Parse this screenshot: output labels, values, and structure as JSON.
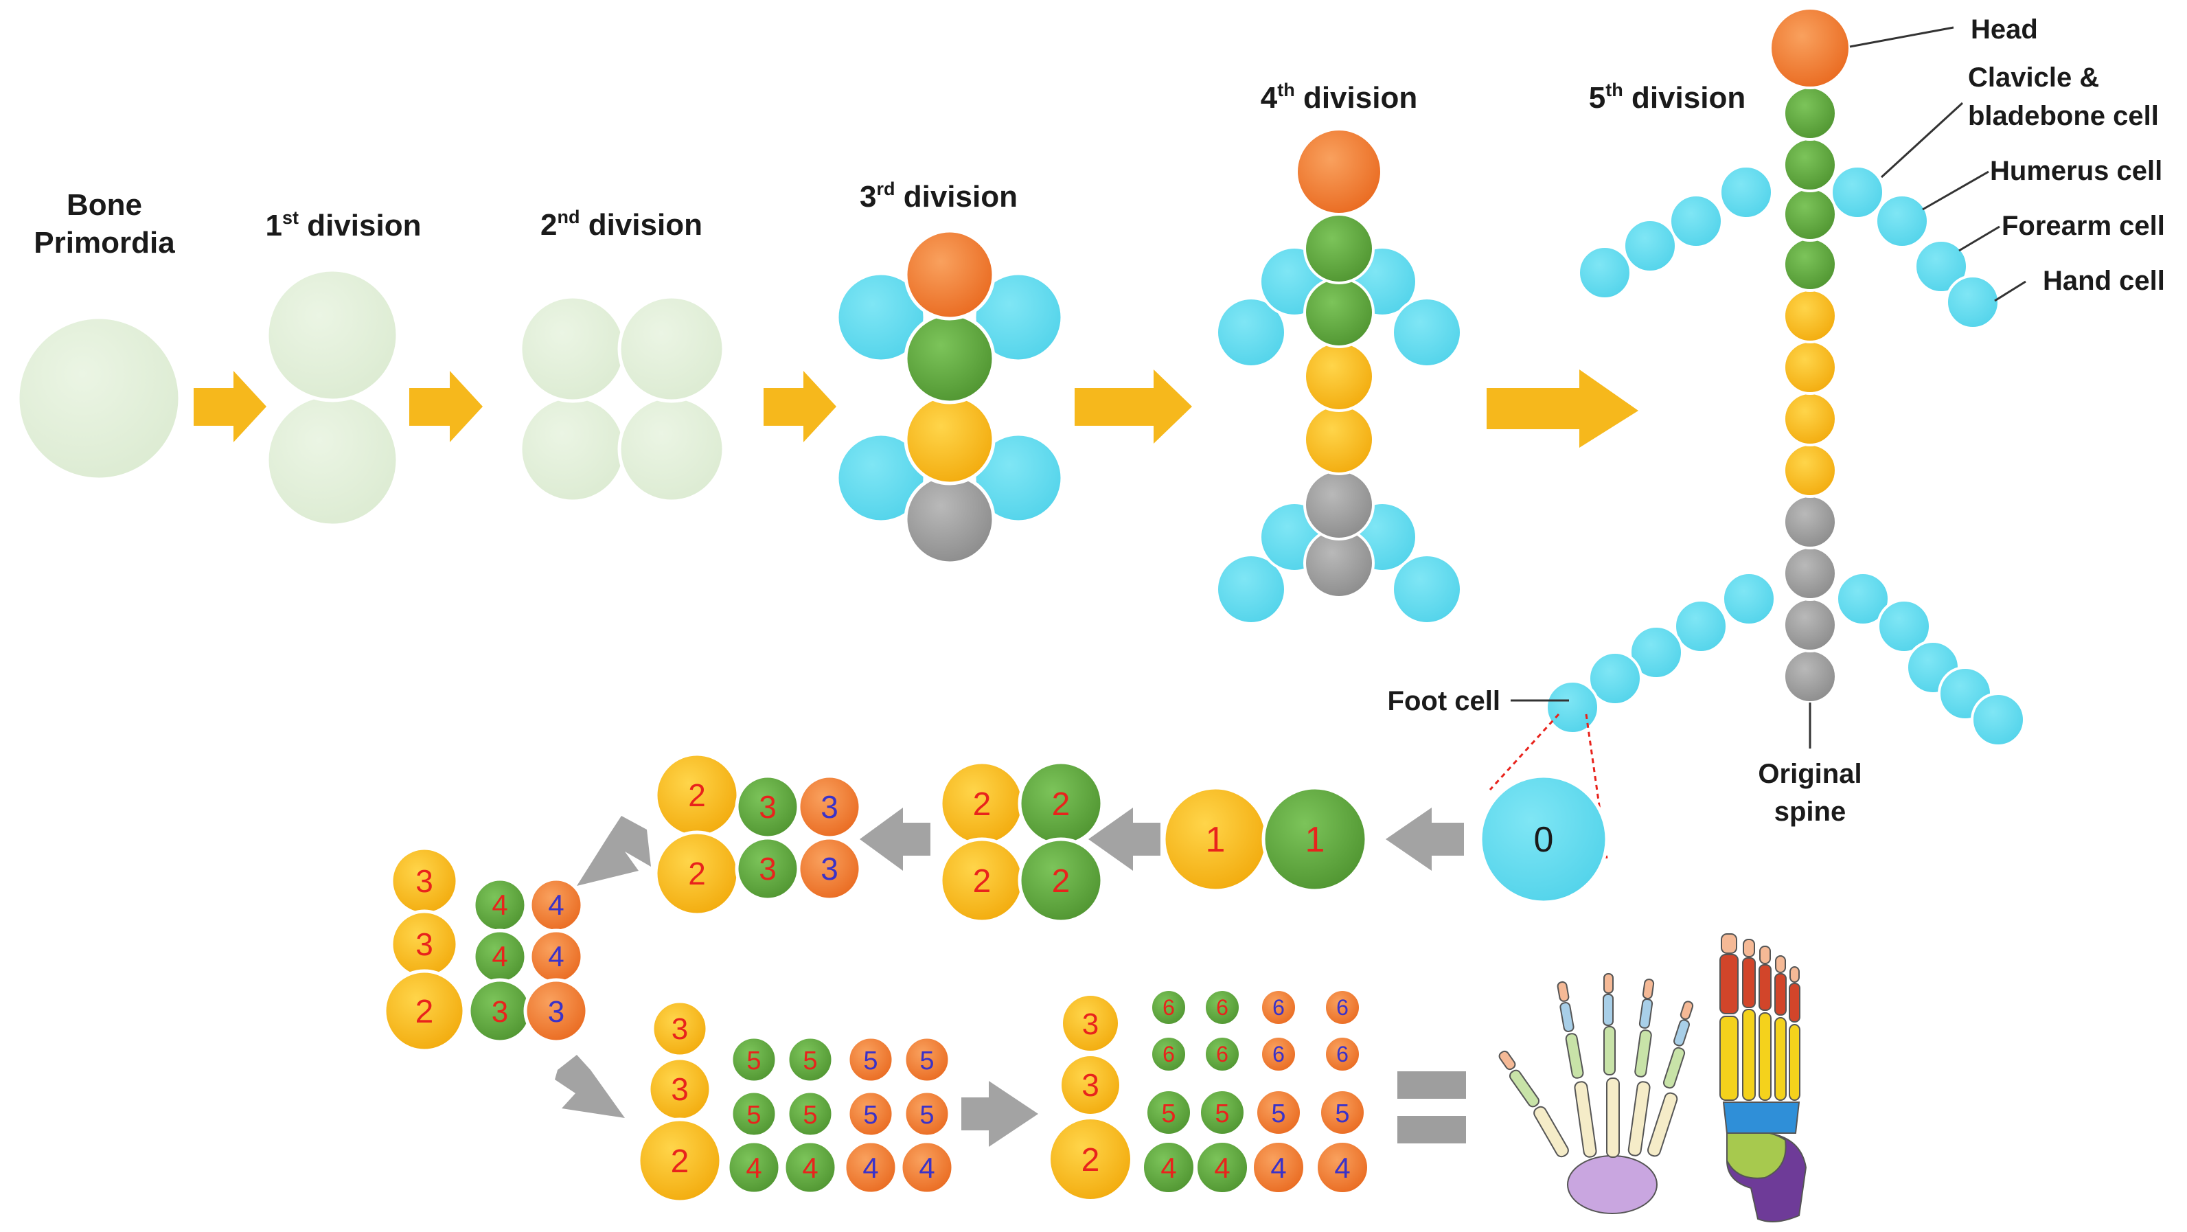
{
  "stages": {
    "bone_primordia_line1": "Bone",
    "bone_primordia_line2": "Primordia",
    "first_num": "1",
    "first_sup": "st",
    "first_word": " division",
    "second_num": "2",
    "second_sup": "nd",
    "second_word": " division",
    "third_num": "3",
    "third_sup": "rd",
    "third_word": " division",
    "fourth_num": "4",
    "fourth_sup": "th",
    "fourth_word": " division",
    "fifth_num": "5",
    "fifth_sup": "th",
    "fifth_word": " division"
  },
  "callouts": {
    "head": "Head",
    "clavicle_line1": "Clavicle &",
    "clavicle_line2": "bladebone cell",
    "humerus": "Humerus cell",
    "forearm": "Forearm cell",
    "hand": "Hand cell",
    "foot": "Foot cell",
    "spine_line1": "Original",
    "spine_line2": "spine"
  },
  "colors": {
    "primordia": "#e3f0da",
    "head": "#f07a2e",
    "green": "#5fa83a",
    "yellow": "#f7bd1a",
    "gray": "#9a9a9a",
    "cyan": "#63dcef",
    "arrow_yellow": "#f6b81c",
    "arrow_gray": "#a0a0a0",
    "num_red": "#e8231c",
    "num_blue": "#3a32c8"
  },
  "division_numbers": {
    "foot_cell": "0",
    "step1": [
      "1",
      "1"
    ],
    "step2": [
      "2",
      "2",
      "2",
      "2"
    ],
    "step3": [
      "2",
      "3",
      "3",
      "2",
      "3",
      "3"
    ],
    "step4": [
      "3",
      "4",
      "4",
      "3",
      "4",
      "4",
      "2",
      "3",
      "3"
    ],
    "step5": [
      "3",
      "5",
      "5",
      "5",
      "5",
      "3",
      "5",
      "5",
      "5",
      "5",
      "2",
      "4",
      "4",
      "4",
      "4"
    ],
    "step6": [
      "3",
      "6",
      "6",
      "6",
      "6",
      "6",
      "6",
      "6",
      "6",
      "3",
      "5",
      "5",
      "5",
      "5",
      "2",
      "4",
      "4",
      "4",
      "4"
    ]
  },
  "icons": {
    "equals": "equals-icon",
    "hand": "hand-skeleton-icon",
    "foot": "foot-skeleton-icon"
  }
}
